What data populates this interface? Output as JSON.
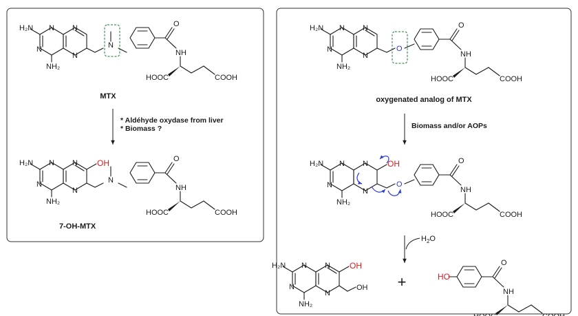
{
  "left_panel": {
    "mtx_label": "MTX",
    "reaction_notes": [
      "* Aldéhyde oxydase from liver",
      "* Biomass ?"
    ],
    "product_label": "7-OH-MTX"
  },
  "right_panel": {
    "analog_label": "oxygenated analog of MTX",
    "reaction_note": "Biomass and/or AOPs",
    "water_label": "H",
    "water_sub": "2",
    "water_tail": "O",
    "plus_sign": "+"
  },
  "atoms": {
    "H2N": "H₂N",
    "NH2": "NH₂",
    "N": "N",
    "NH": "NH",
    "O": "O",
    "OH": "OH",
    "HOOC": "HOOC",
    "COOH": "COOH",
    "HO": "HO"
  },
  "colors": {
    "hydroxyl": "#e31a1c",
    "oxygen_link": "#2b3ad9",
    "highlight_box": "#1d7a2c"
  }
}
